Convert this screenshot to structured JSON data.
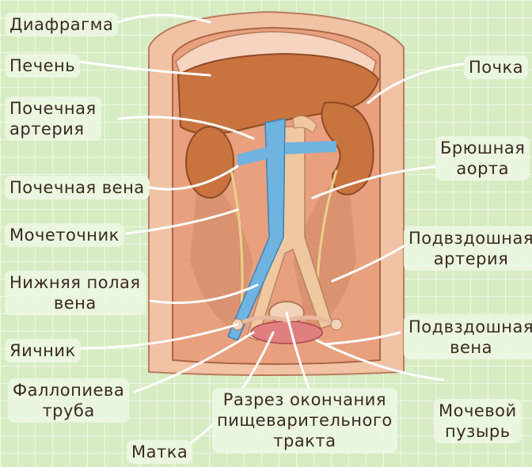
{
  "labels": {
    "diaphragm": "Диафрагма",
    "liver": "Печень",
    "kidney": "Почка",
    "renal_artery_1": "Почечная",
    "renal_artery_2": "артерия",
    "abdominal_aorta_1": "Брюшная",
    "abdominal_aorta_2": "аорта",
    "renal_vein": "Почечная вена",
    "ureter": "Мочеточник",
    "iliac_artery_1": "Подвздошная",
    "iliac_artery_2": "артерия",
    "inferior_vena_cava_1": "Нижняя полая",
    "inferior_vena_cava_2": "вена",
    "iliac_vein_1": "Подвздошная",
    "iliac_vein_2": "вена",
    "ovary": "Яичник",
    "fallopian_tube_1": "Фаллопиева",
    "fallopian_tube_2": "труба",
    "bladder_1": "Мочевой",
    "bladder_2": "пузырь",
    "rectum_1": "Разрез окончания",
    "rectum_2": "пищеварительного",
    "rectum_3": "тракта",
    "uterus": "Матка"
  },
  "colors": {
    "background": "#d8ecc4",
    "flesh": "#e8a07e",
    "organ": "#c9733f",
    "vein": "#6fb3e0",
    "artery": "#f0c8a0",
    "arrow": "#ffffff",
    "text": "#3b2a1f"
  }
}
